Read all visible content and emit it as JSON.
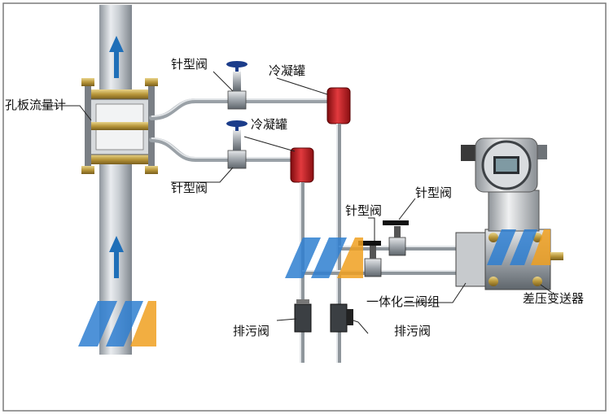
{
  "labels": {
    "orifice_meter": "孔板流量计",
    "needle_valve_top": "针型阀",
    "condenser_right": "冷凝罐",
    "condenser_left": "冷凝罐",
    "needle_valve_lower": "针型阀",
    "needle_valve_manifold_left": "针型阀",
    "needle_valve_manifold_right": "针型阀",
    "three_valve_manifold": "一体化三阀组",
    "dp_transmitter": "差压变送器",
    "drain_valve_left": "排污阀",
    "drain_valve_right": "排污阀"
  },
  "colors": {
    "pipe": "#b8bec4",
    "condenser": "#c4161c",
    "flow_arrow": "#1f6fb8",
    "logo_blue": "#2f7fd1",
    "logo_orange": "#f0a020"
  }
}
